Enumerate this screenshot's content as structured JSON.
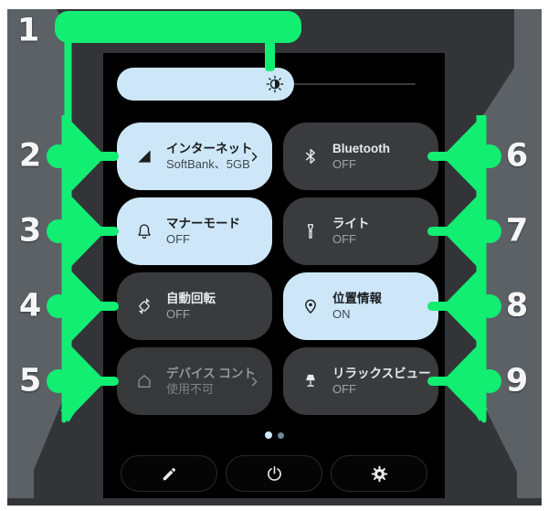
{
  "annotations": {
    "labels": [
      "1",
      "2",
      "3",
      "4",
      "5",
      "6",
      "7",
      "8",
      "9"
    ],
    "marker_color": "#12ee72",
    "rail_color": "#5c6166"
  },
  "colors": {
    "frame": "#333438",
    "screen_background": "#000000",
    "tile_active": "#cde7f8",
    "tile_inactive": "#3a3b3d",
    "tile_disabled": "#37383a",
    "active_text": "#1b1d1f",
    "inactive_text": "#e7e9eb",
    "pager_active_dot": "#cfe9fb",
    "pager_inactive_dot": "#6d8795"
  },
  "screen": {
    "brightness": {
      "icon": "brightness-icon",
      "value_percent": 59
    },
    "tiles": [
      {
        "title": "インターネット",
        "subtitle": "SoftBank、5GB",
        "icon": "signal-triangle-icon",
        "state": "active",
        "chevron": true
      },
      {
        "title": "Bluetooth",
        "subtitle": "OFF",
        "icon": "bluetooth-icon",
        "state": "inactive"
      },
      {
        "title": "マナーモード",
        "subtitle": "OFF",
        "icon": "bell-icon",
        "state": "active"
      },
      {
        "title": "ライト",
        "subtitle": "OFF",
        "icon": "flashlight-icon",
        "state": "inactive"
      },
      {
        "title": "自動回転",
        "subtitle": "OFF",
        "icon": "auto-rotate-icon",
        "state": "inactive"
      },
      {
        "title": "位置情報",
        "subtitle": "ON",
        "icon": "location-pin-icon",
        "state": "active"
      },
      {
        "title": "デバイス コント",
        "subtitle": "使用不可",
        "icon": "home-icon",
        "state": "disabled",
        "chevron": true
      },
      {
        "title": "リラックスビュー",
        "subtitle": "OFF",
        "icon": "lamp-icon",
        "state": "inactive"
      }
    ],
    "pager": {
      "page_count": 2,
      "active_page": 1
    },
    "footer_buttons": [
      {
        "name": "edit",
        "icon": "pencil-icon"
      },
      {
        "name": "power",
        "icon": "power-icon"
      },
      {
        "name": "settings",
        "icon": "gear-icon"
      }
    ]
  }
}
